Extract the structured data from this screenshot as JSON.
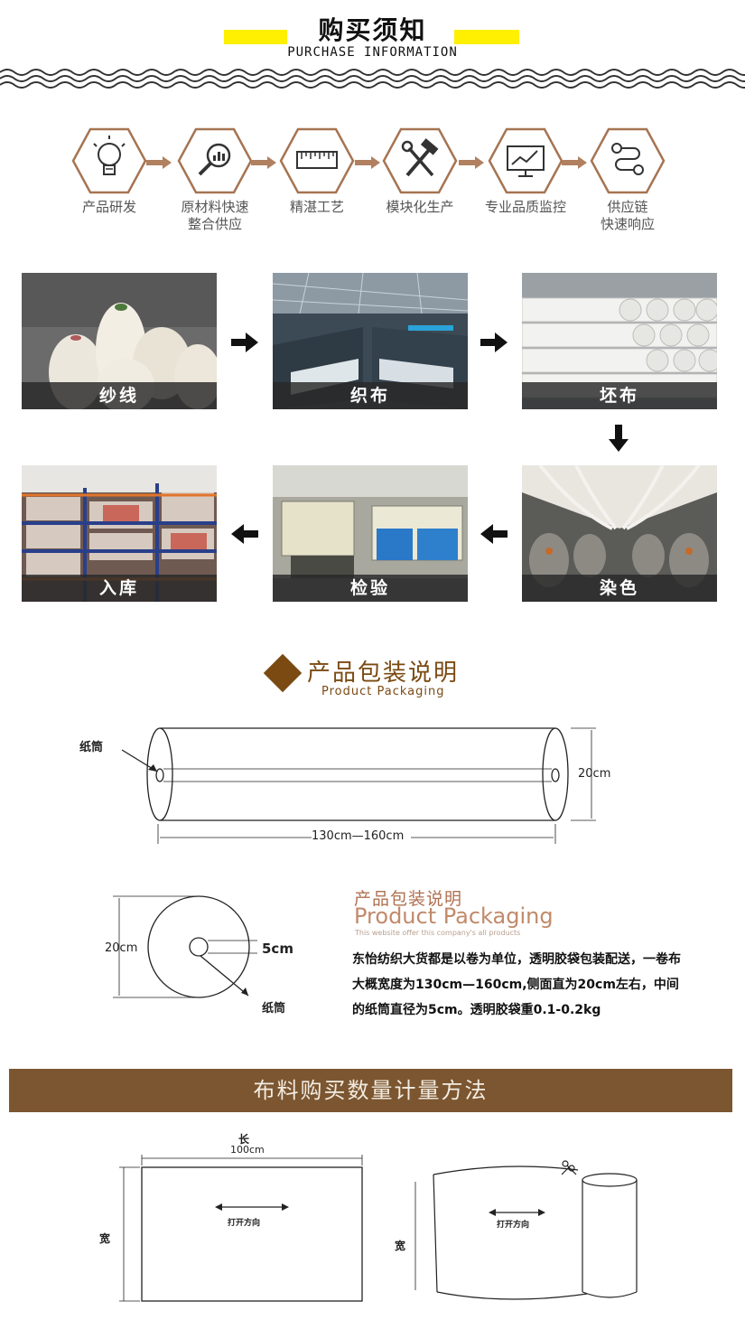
{
  "header": {
    "title": "购买须知",
    "subtitle": "PURCHASE INFORMATION"
  },
  "process_steps": [
    {
      "icon": "lightbulb-icon",
      "label": "产品研发"
    },
    {
      "icon": "search-chart-icon",
      "label": "原材料快速\n整合供应"
    },
    {
      "icon": "ruler-icon",
      "label": "精湛工艺"
    },
    {
      "icon": "hammer-wrench-icon",
      "label": "模块化生产"
    },
    {
      "icon": "monitor-chart-icon",
      "label": "专业品质监控"
    },
    {
      "icon": "route-icon",
      "label": "供应链\n快速响应"
    }
  ],
  "production_flow": [
    {
      "caption": "纱线"
    },
    {
      "caption": "织布"
    },
    {
      "caption": "坯布"
    },
    {
      "caption": "染色"
    },
    {
      "caption": "检验"
    },
    {
      "caption": "入库"
    }
  ],
  "packaging": {
    "title": "产品包装说明",
    "subtitle": "Product Packaging",
    "roll_core_label": "纸筒",
    "roll_height": "20cm",
    "roll_length": "130cm—160cm",
    "section_diameter": "20cm",
    "core_diameter": "5cm",
    "section_core_label": "纸筒",
    "desc_title": "产品包装说明",
    "desc_title_en": "Product Packaging",
    "desc_tiny": "This website offer this company's all products",
    "desc_body": "东怡纺织大货都是以卷为单位，透明胶袋包装配送，一卷布大概宽度为130cm—160cm,侧面直为20cm左右，中间的纸筒直径为5cm。透明胶袋重0.1-0.2kg"
  },
  "measure": {
    "banner": "布料购买数量计量方法",
    "length_label": "长",
    "length_value": "100cm",
    "width_label": "宽",
    "open_direction": "打开方向",
    "width_label_2": "宽",
    "open_direction_2": "打开方向"
  },
  "colors": {
    "accent_yellow": "#ffef00",
    "brand_brown": "#7a4a12",
    "banner_brown": "#7b5630",
    "icon_arrow": "#b08060"
  }
}
